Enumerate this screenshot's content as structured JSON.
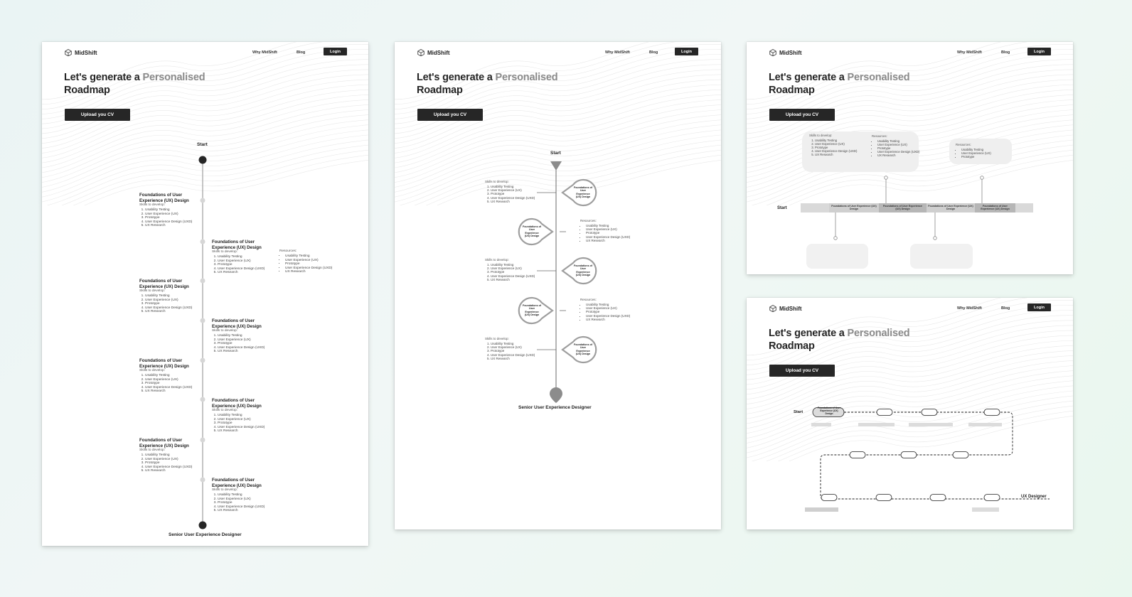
{
  "brand": {
    "name": "MidShift"
  },
  "nav": {
    "why": "Why MidShift",
    "blog": "Blog",
    "login": "Login"
  },
  "hero": {
    "title_prefix": "Let's generate a",
    "title_accent": "Personalised",
    "title_suffix": "Roadmap",
    "upload": "Upload you CV"
  },
  "roadmap": {
    "start": "Start",
    "end": "Senior User Experience Designer",
    "short_end": "UX Designer",
    "stage_title": "Foundations of User Experience (UX) Design",
    "stage_title_short": "Foundations of User Experience (UX) Design",
    "skills_label": "Skills to develop:",
    "resources_label": "Resources:",
    "skills": [
      "Usability Testing",
      "User Experience (UX)",
      "Prototype",
      "User Experience Design (UXD)",
      "UX Research"
    ],
    "resources": [
      "Usability Testing",
      "User Experience (UX)",
      "Prototype",
      "User Experience Design (UXD)",
      "UX Research"
    ],
    "resources_short": [
      "Usability Testing",
      "User Experience (UX)",
      "Prototype"
    ]
  },
  "colors": {
    "dark": "#262626",
    "accent": "#8a8a8a",
    "line": "#9e9e9e",
    "bg": "#eaf4f4"
  },
  "icons": {
    "logo": "cube-logo-icon"
  }
}
